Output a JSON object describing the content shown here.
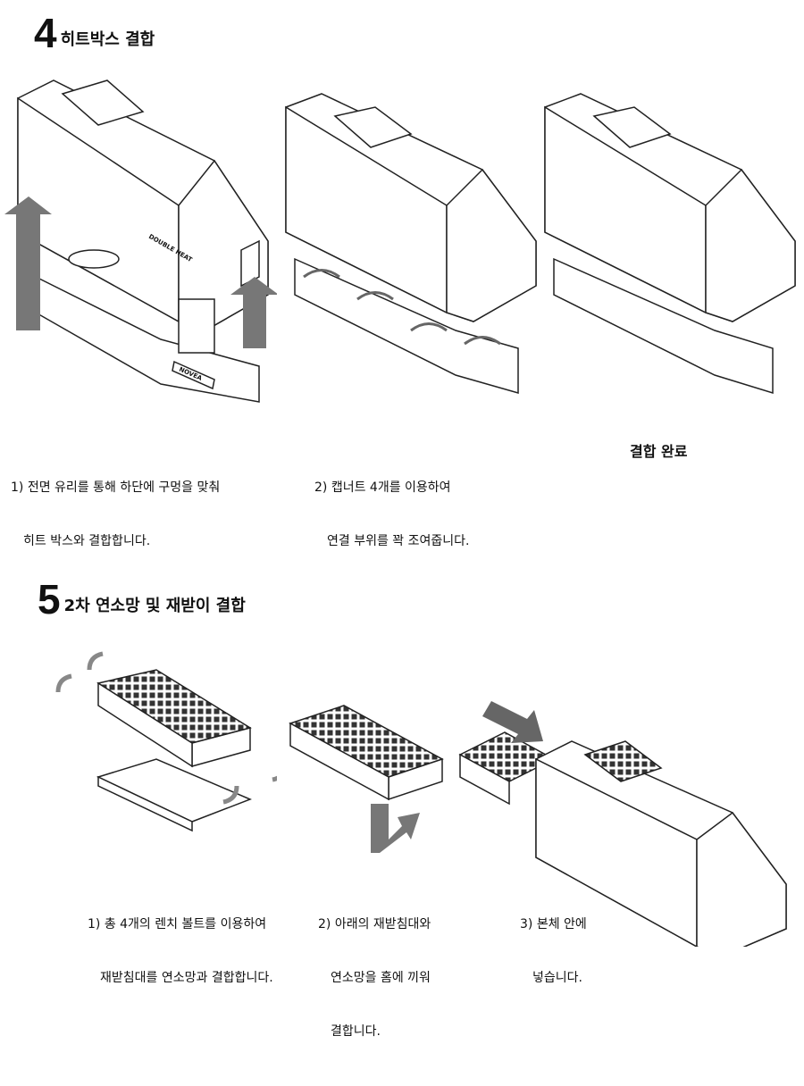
{
  "section4": {
    "number": "4",
    "title": "히트박스 결합",
    "steps": [
      {
        "line1": "1) 전면 유리를 통해 하단에 구멍을 맞춰",
        "line2": "히트 박스와 결합합니다."
      },
      {
        "line1": "2) 캡너트 4개를 이용하여",
        "line2": "연결 부위를 꽉 조여줍니다."
      },
      {
        "line1": "결합 완료"
      }
    ]
  },
  "section5": {
    "number": "5",
    "title": "2차 연소망 및 재받이 결합",
    "steps": [
      {
        "line1": "1) 총 4개의 렌치 볼트를 이용하여",
        "line2": "재받침대를 연소망과 결합합니다."
      },
      {
        "line1": "2) 아래의 재받침대와",
        "line2": "연소망을 홈에 끼워",
        "line3": "결합니다."
      },
      {
        "line1": "3) 본체 안에",
        "line2": "넣습니다."
      }
    ]
  },
  "brand": {
    "stove": "DOUBLE HEAT",
    "base": "NOVEA"
  },
  "colors": {
    "line": "#222222",
    "arrow": "#777777"
  }
}
